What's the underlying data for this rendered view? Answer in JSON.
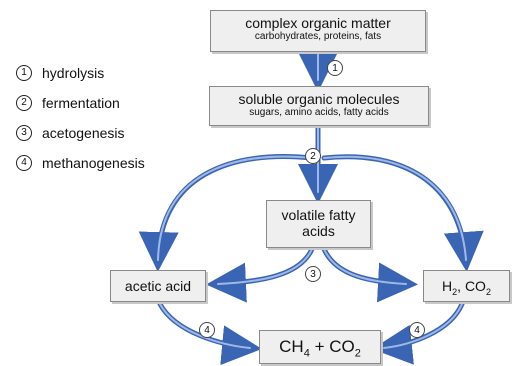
{
  "legend": [
    {
      "num": "1",
      "label": "hydrolysis"
    },
    {
      "num": "2",
      "label": "fermentation"
    },
    {
      "num": "3",
      "label": "acetogenesis"
    },
    {
      "num": "4",
      "label": "methanogenesis"
    }
  ],
  "nodes": {
    "complex": {
      "title": "complex organic matter",
      "subtitle": "carbohydrates, proteins, fats"
    },
    "soluble": {
      "title": "soluble organic molecules",
      "subtitle": "sugars, amino acids, fatty acids"
    },
    "vfa": {
      "line1": "volatile fatty",
      "line2": "acids"
    },
    "acetic": {
      "title": "acetic acid"
    },
    "h2co2": {
      "h": "H",
      "h_sub": "2",
      "rest": ", CO",
      "co_sub": "2"
    },
    "ch4": {
      "ch": "CH",
      "ch_sub": "4",
      "mid": " + CO",
      "co_sub": "2"
    }
  },
  "step_markers": {
    "s1": "1",
    "s2": "2",
    "s3": "3",
    "s4a": "4",
    "s4b": "4"
  },
  "colors": {
    "arrow_fill": "#9fb9e6",
    "arrow_stroke": "#3a64b4",
    "box_fill": "#efefef",
    "box_border": "#8a8a8a"
  }
}
